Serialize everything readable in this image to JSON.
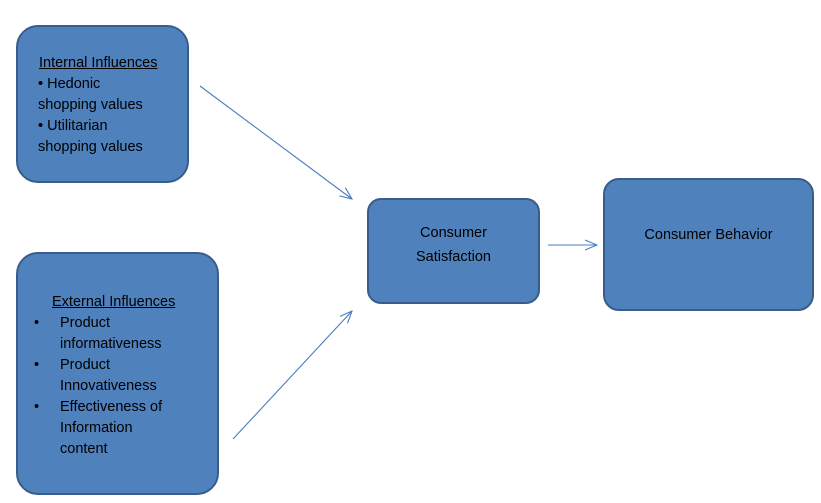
{
  "diagram": {
    "internal": {
      "title": "Internal Influences",
      "items": [
        {
          "bullet": "•",
          "line1": "Hedonic",
          "line2": "shopping values"
        },
        {
          "bullet": "•",
          "line1": "Utilitarian",
          "line2": "shopping values"
        }
      ]
    },
    "external": {
      "title": "External Influences",
      "items": [
        {
          "bullet": "•",
          "lines": [
            "Product",
            "informativeness"
          ]
        },
        {
          "bullet": "•",
          "lines": [
            "Product",
            "Innovativeness"
          ]
        },
        {
          "bullet": "•",
          "lines": [
            "Effectiveness of",
            "Information",
            "content"
          ]
        }
      ]
    },
    "satisfaction": {
      "line1": "Consumer",
      "line2": "Satisfaction"
    },
    "behavior": {
      "label": "Consumer Behavior"
    },
    "colors": {
      "box_fill": "#4f81bd",
      "box_border": "#385d8a",
      "arrow": "#4a7ebb"
    }
  }
}
